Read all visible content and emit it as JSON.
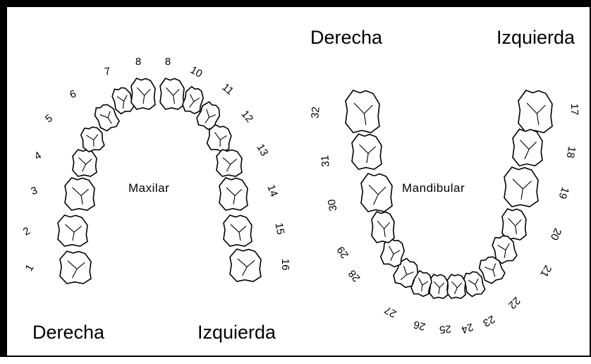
{
  "labels": {
    "maxilar": "Maxilar",
    "mandibular": "Mandibular",
    "maxilar_right": "Derecha",
    "maxilar_left": "Izquierda",
    "mandibular_right": "Derecha",
    "mandibular_left": "Izquierda"
  },
  "upper_numbers": [
    "1",
    "2",
    "3",
    "4",
    "5",
    "6",
    "7",
    "8",
    "8",
    "10",
    "11",
    "12",
    "13",
    "14",
    "15",
    "16"
  ],
  "lower_numbers": [
    "17",
    "18",
    "19",
    "20",
    "21",
    "22",
    "23",
    "24",
    "25",
    "26",
    "27",
    "28",
    "29",
    "30",
    "31",
    "32"
  ]
}
